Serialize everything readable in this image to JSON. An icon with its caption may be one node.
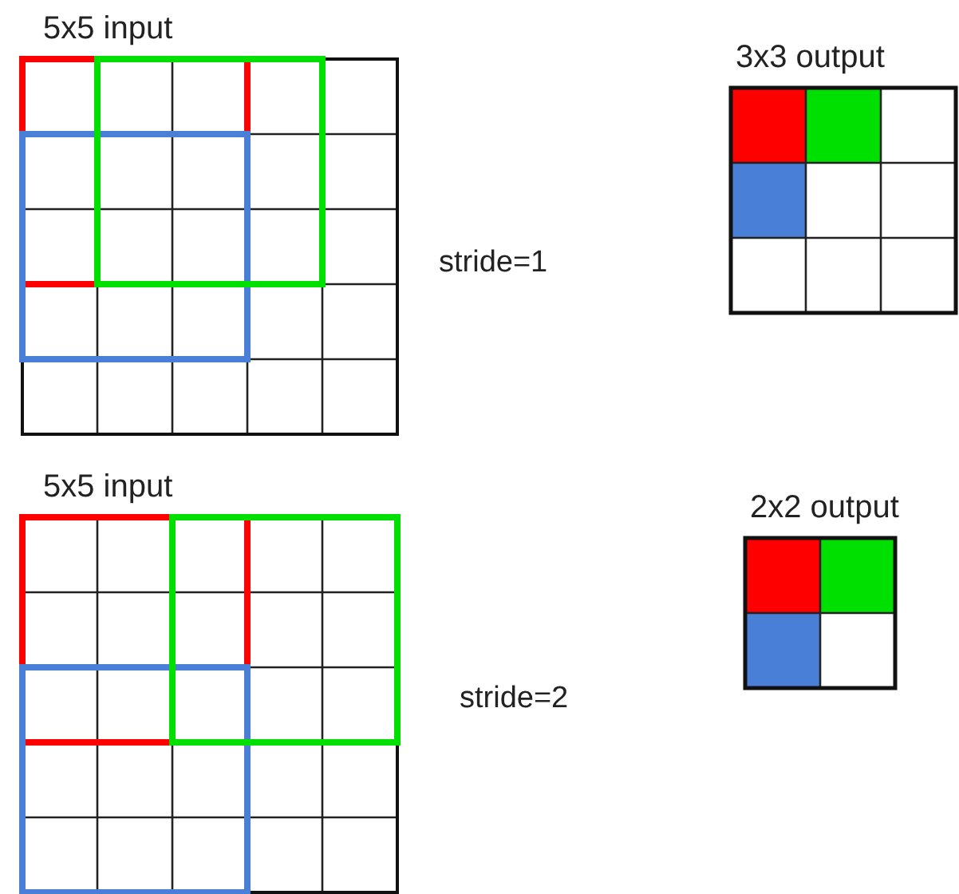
{
  "diagram": {
    "nodes": [
      {
        "text": [
          "5x5 input"
        ]
      },
      {
        "text": [
          "3x3 output"
        ]
      },
      {
        "text": [
          "5x5 input"
        ]
      },
      {
        "text": [
          "2x2 output"
        ]
      }
    ],
    "labels": [
      "stride=1",
      "stride=2"
    ]
  }
}
